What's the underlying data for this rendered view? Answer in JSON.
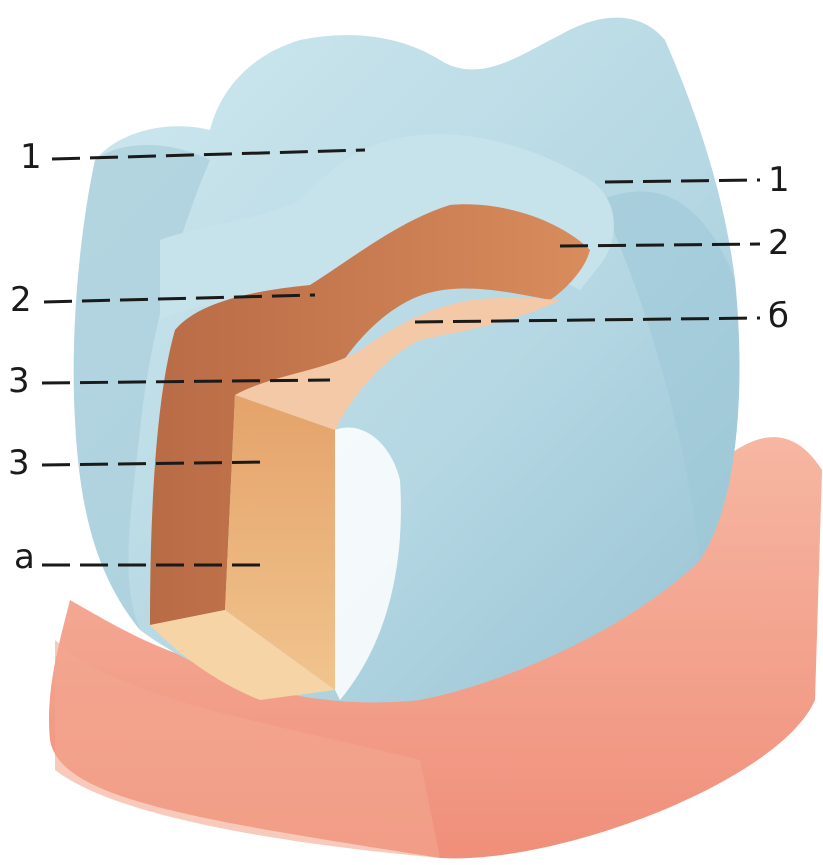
{
  "labels": {
    "left": [
      "1",
      "2",
      "3",
      "3",
      "а"
    ],
    "right": [
      "1",
      "2",
      "б"
    ]
  },
  "colors": {
    "enamel": "#b9dbe6",
    "enamel_shade": "#8fbfd0",
    "dentin": "#c9794a",
    "pulp_wall": "#e8b27a",
    "gum": "#f2a08a",
    "leader_line": "#1a1a1a"
  }
}
